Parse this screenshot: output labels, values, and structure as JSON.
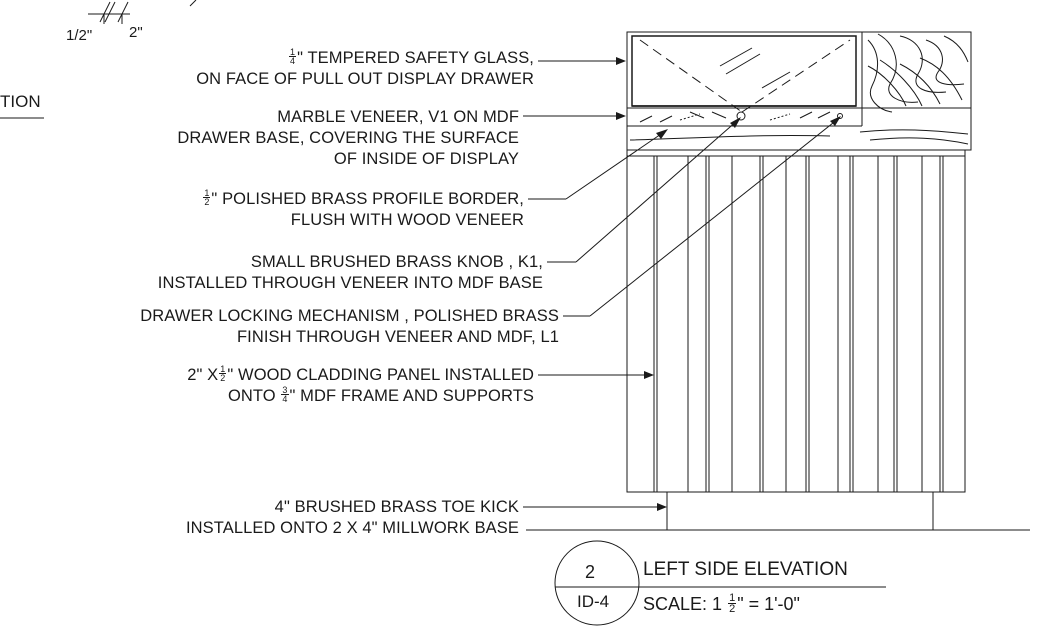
{
  "callouts": [
    {
      "id": "glass",
      "lines": [
        "TEMPERED SAFETY GLASS,",
        "ON FACE OF PULL OUT DISPLAY DRAWER"
      ],
      "frac": {
        "n": "1",
        "d": "4"
      },
      "frac_suffix": "\""
    },
    {
      "id": "marble",
      "lines": [
        "MARBLE VENEER, V1 ON MDF",
        "DRAWER BASE, COVERING THE SURFACE",
        "OF INSIDE OF DISPLAY"
      ]
    },
    {
      "id": "border",
      "lines": [
        "POLISHED BRASS PROFILE BORDER,",
        "FLUSH WITH WOOD VENEER"
      ],
      "frac": {
        "n": "1",
        "d": "2"
      },
      "frac_suffix": "\""
    },
    {
      "id": "knob",
      "lines": [
        "SMALL BRUSHED BRASS KNOB , K1,",
        "INSTALLED THROUGH VENEER INTO MDF BASE"
      ]
    },
    {
      "id": "lock",
      "lines": [
        "DRAWER LOCKING MECHANISM , POLISHED BRASS",
        "FINISH THROUGH VENEER AND MDF, L1"
      ]
    },
    {
      "id": "cladding",
      "lines": [
        "2\" X",
        "WOOD CLADDING PANEL INSTALLED",
        "ONTO",
        "MDF FRAME AND SUPPORTS"
      ],
      "frac1": {
        "n": "1",
        "d": "2"
      },
      "frac2": {
        "n": "3",
        "d": "4"
      }
    },
    {
      "id": "toekick",
      "lines": [
        "4\" BRUSHED BRASS TOE KICK",
        "INSTALLED ONTO 2 X 4\" MILLWORK BASE"
      ]
    }
  ],
  "title_block": {
    "number": "2",
    "sheet": "ID-4",
    "title": "LEFT SIDE ELEVATION",
    "scale_prefix": "SCALE: 1",
    "scale_frac": {
      "n": "1",
      "d": "2"
    },
    "scale_suffix": "\" = 1'-0\""
  },
  "top_left": {
    "dim1": "1/2\"",
    "dim2": "2\"",
    "partial_title": "TION"
  }
}
